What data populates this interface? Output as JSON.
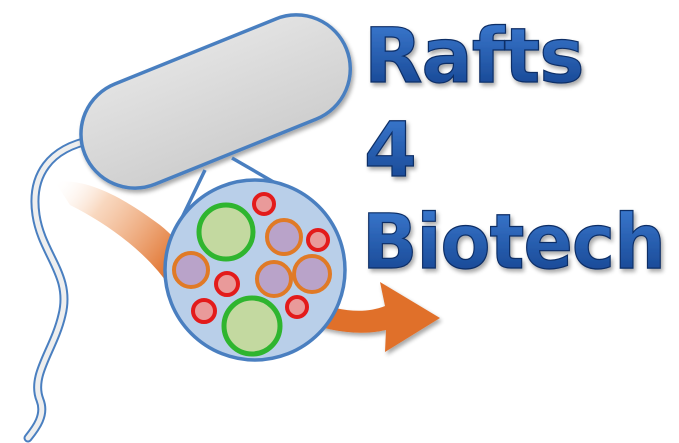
{
  "logo": {
    "line1": "Rafts",
    "line2": "4",
    "line3": "Biotech"
  },
  "colors": {
    "text_top": "#3f7fd6",
    "text_bottom": "#123f8a",
    "text_outline": "#0d2e66",
    "cell_fill": "#d6d6d6",
    "cell_stroke": "#4a7fc0",
    "zoom_fill": "#b9cfe9",
    "arrow": "#e0702a",
    "raft_green_fill": "#c3d9a0",
    "raft_green_stroke": "#2fb52f",
    "raft_orange_fill": "#b9a3c9",
    "raft_orange_stroke": "#e07a26",
    "raft_red_fill": "#e99a9a",
    "raft_red_stroke": "#e31b1b"
  },
  "icons": [
    "bacterium-cell-icon",
    "flagellum-icon",
    "membrane-zoom-icon",
    "lipid-raft-icon",
    "output-arrow-icon"
  ]
}
